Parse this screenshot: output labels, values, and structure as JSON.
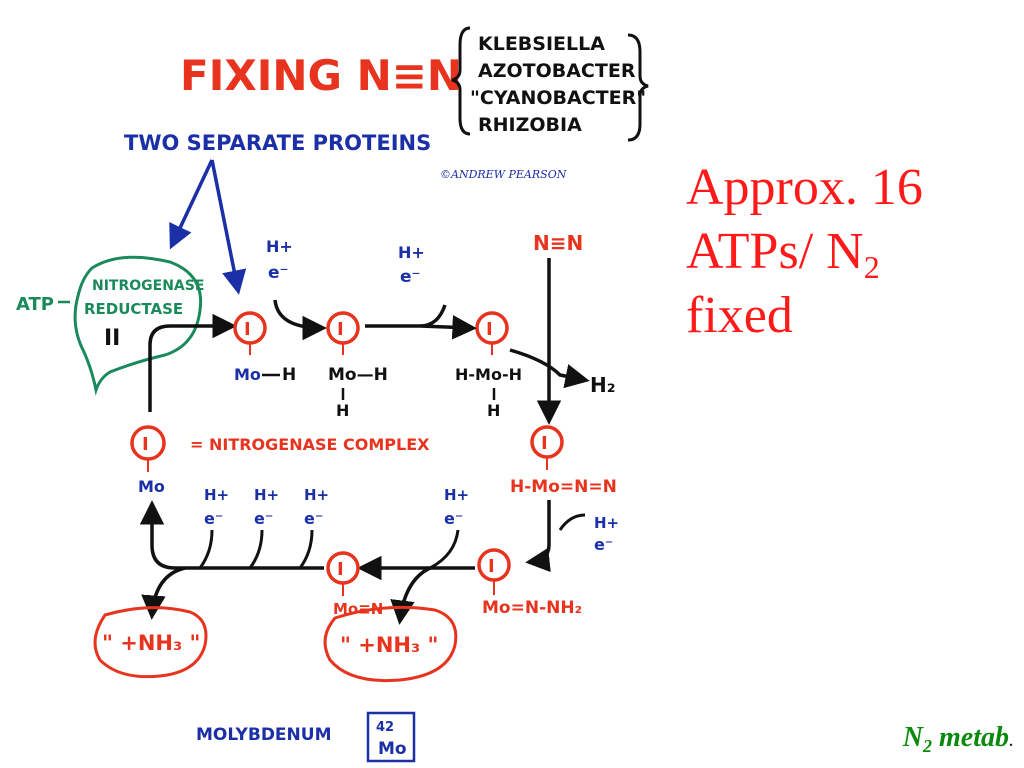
{
  "slide": {
    "approx_line1": "Approx. 16",
    "approx_line2_main": "ATPs/ N",
    "approx_line2_sub": "2",
    "approx_line3": "fixed",
    "footer_main": "N",
    "footer_sub": "2",
    "footer_rest": " metab",
    "footer_dot": "."
  },
  "sketch": {
    "title": "FIXING N≡N",
    "organisms": [
      "KLEBSIELLA",
      "AZOTOBACTER",
      "\"CYANOBACTER\"",
      "RHIZOBIA"
    ],
    "two_proteins": "TWO SEPARATE PROTEINS",
    "credit": "©ANDREW PEARSON",
    "atp": "ATP",
    "reductase_line1": "NITROGENASE",
    "reductase_line2": "REDUCTASE",
    "reductase_numeral": "II",
    "complex_symbol": "I",
    "complex_legend": "= NITROGENASE COMPLEX",
    "h_plus": "H+",
    "e_minus": "e⁻",
    "n2_input": "N≡N",
    "h2_output": "H₂",
    "mo": "Mo",
    "mo_h1": "Mo—H",
    "mo_h2": "Mo—H",
    "h_bond": "H",
    "h_mo_h": "H-Mo-H",
    "h_mo_n_n": "H-Mo=N=N",
    "mo_n_nh2": "Mo=N-NH₂",
    "mo_n": "Mo≡N",
    "nh3_left": "\" +NH₃ \"",
    "nh3_right": "\" +NH₃ \"",
    "molybdenum": "MOLYBDENUM",
    "mo_number": "42",
    "mo_symbol": "Mo"
  },
  "colors": {
    "red": "#e8331e",
    "blue": "#1b2fa6",
    "black": "#111111",
    "green": "#1a8a5a",
    "slide_red": "#ff1a1a",
    "footer_green": "#0a8a0a"
  }
}
